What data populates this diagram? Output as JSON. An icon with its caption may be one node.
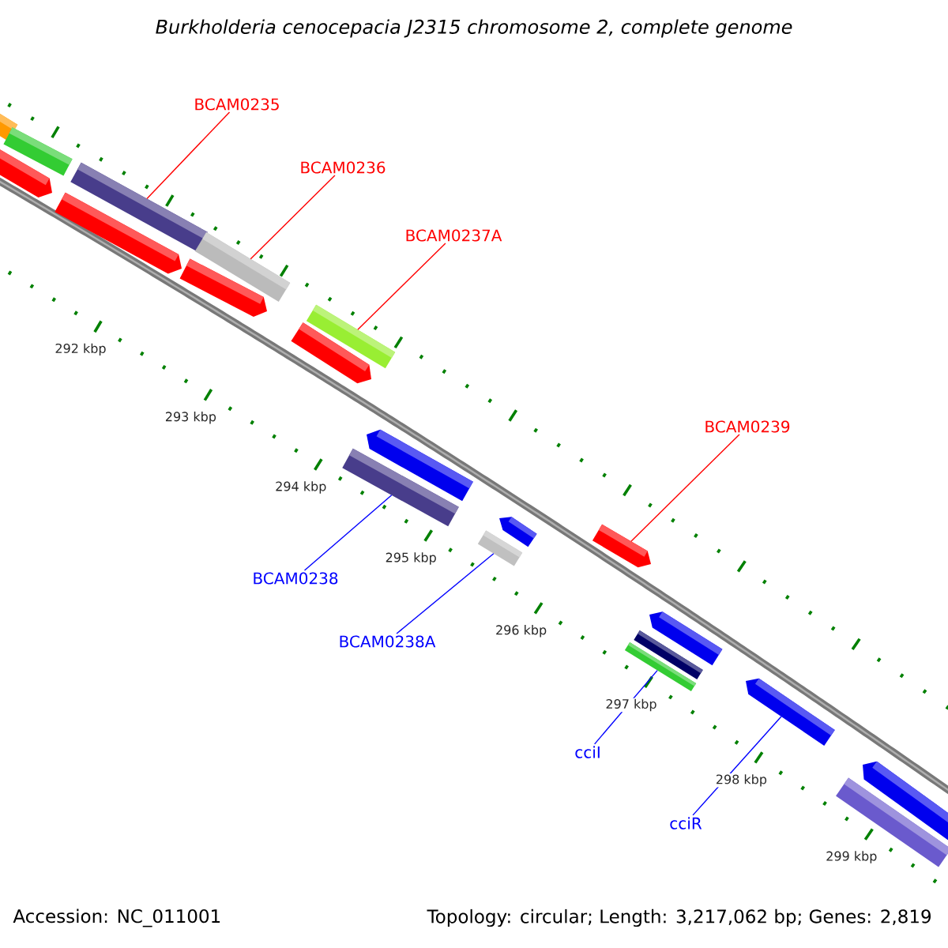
{
  "diagram": {
    "title": "Burkholderia cenocepacia J2315 chromosome 2, complete genome",
    "nodes": [
      {
        "text": [
          "BCAM0235"
        ]
      },
      {
        "text": [],
        "shape": "bar"
      },
      {
        "text": [
          "BCAM0236"
        ]
      },
      {
        "text": [],
        "shape": "bar"
      },
      {
        "text": [
          "BCAM0237A"
        ]
      },
      {
        "text": [],
        "shape": "bar"
      },
      {
        "text": [
          "BCAM0239"
        ]
      },
      {
        "text": [],
        "shape": "bar"
      },
      {
        "text": [
          "BCAM0238"
        ]
      },
      {
        "text": [],
        "shape": "bar"
      },
      {
        "text": [
          "BCAM0238A"
        ]
      },
      {
        "text": [],
        "shape": "bar"
      },
      {
        "text": [
          "cciI"
        ]
      },
      {
        "text": [],
        "shape": "bar"
      },
      {
        "text": [
          "cciR"
        ]
      },
      {
        "text": [],
        "shape": "bar"
      },
      {
        "text": [],
        "shape": "bar"
      },
      {
        "text": [],
        "shape": "bar"
      },
      {
        "text": [],
        "shape": "bar"
      },
      {
        "text": [],
        "shape": "bar"
      },
      {
        "text": [],
        "shape": "bar"
      },
      {
        "text": [],
        "shape": "bar"
      },
      {
        "text": [],
        "shape": "bar"
      },
      {
        "text": [],
        "shape": "bar"
      },
      {
        "text": [],
        "shape": "bar"
      },
      {
        "text": [],
        "shape": "bar"
      },
      {
        "text": [],
        "shape": "bar"
      },
      {
        "text": [],
        "shape": "bar"
      }
    ],
    "edges": [
      {
        "from": 0,
        "to": 1,
        "arrow": "none",
        "color": "#ff0000"
      },
      {
        "from": 2,
        "to": 3,
        "arrow": "none",
        "color": "#ff0000"
      },
      {
        "from": 4,
        "to": 5,
        "arrow": "none",
        "color": "#ff0000"
      },
      {
        "from": 6,
        "to": 7,
        "arrow": "none",
        "color": "#ff0000"
      },
      {
        "from": 8,
        "to": 9,
        "arrow": "none",
        "color": "#0000ff"
      },
      {
        "from": 10,
        "to": 11,
        "arrow": "none",
        "color": "#0000ff"
      },
      {
        "from": 12,
        "to": 13,
        "arrow": "none",
        "color": "#0000ff"
      },
      {
        "from": 14,
        "to": 15,
        "arrow": "none",
        "color": "#0000ff"
      }
    ],
    "labels": [
      "292 kbp",
      "293 kbp",
      "294 kbp",
      "295 kbp",
      "296 kbp",
      "297 kbp",
      "298 kbp",
      "299 kbp",
      "Accession: NC_011001",
      "Topology: circular; Length: 3,217,062 bp; Genes: 2,819"
    ]
  }
}
